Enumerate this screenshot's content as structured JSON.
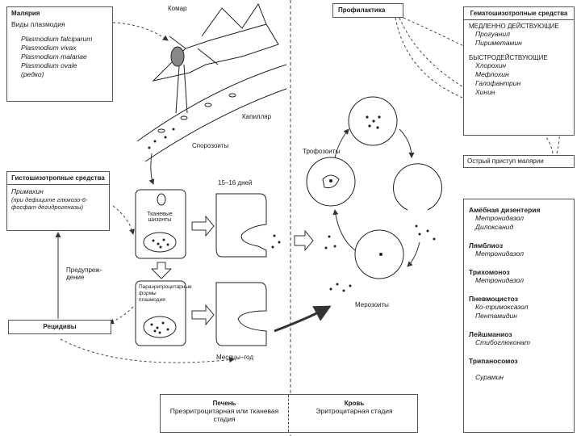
{
  "malaria_box": {
    "title": "Малярия",
    "subtitle": "Виды плазмодия",
    "species": [
      "Plasmodium falciparum",
      "Plasmodium vivax",
      "Plasmodium malariae",
      "Plasmodium ovale"
    ],
    "note": "(редко)"
  },
  "labels": {
    "mosquito": "Комар",
    "capillary": "Капилляр",
    "sporozoites": "Спорозоиты",
    "days": "15–16 дней",
    "tissue_schizonts": "Тканевые шизонты",
    "erythro_forms": "Параэритроцитарные формы плазмодия",
    "months_year": "Месяцы–год",
    "trophozoites": "Трофозоиты",
    "merozoites": "Мерозоиты",
    "prevention_arrow": "Предупреж-дение",
    "acute_attack": "Острый приступ малярии"
  },
  "prophylaxis": {
    "title": "Профилактика"
  },
  "gametocide_top": {
    "title": "Гематошизотропные средства",
    "slow_header": "МЕДЛЕННО ДЕЙСТВУЮЩИЕ",
    "slow_drugs": [
      "Прогуанил",
      "Пириметамин"
    ],
    "fast_header": "БЫСТРОДЕЙСТВУЮЩИЕ",
    "fast_drugs": [
      "Хлорохин",
      "Мефлохин",
      "Галофантрин",
      "Хинин"
    ]
  },
  "histoschizo": {
    "title": "Гистошизотропные средства",
    "drug": "Примахин",
    "note": "(при дефиците глюкозо-6-фосфат дегидрогеназы)"
  },
  "relapse": {
    "title": "Рецидивы"
  },
  "diseases": [
    {
      "name": "Амёбная дизентерия",
      "drugs": [
        "Метронидазол",
        "Дилоксанид"
      ]
    },
    {
      "name": "Лямблиоз",
      "drugs": [
        "Метронидазол"
      ]
    },
    {
      "name": "Трихомоноз",
      "drugs": [
        "Метронидазол"
      ]
    },
    {
      "name": "Пневмоцистоз",
      "drugs": [
        "Ко-тримоксазол",
        "Пентамидин"
      ]
    },
    {
      "name": "Лейшманиоз",
      "drugs": [
        "Стибоглюконат"
      ]
    },
    {
      "name": "Трипаносомоз",
      "drugs": [
        "Сурамин"
      ]
    }
  ],
  "bottom": {
    "liver_title": "Печень",
    "liver_stage": "Преэритроцитарная или тканевая стадия",
    "blood_title": "Кровь",
    "blood_stage": "Эритроцитарная стадия"
  }
}
